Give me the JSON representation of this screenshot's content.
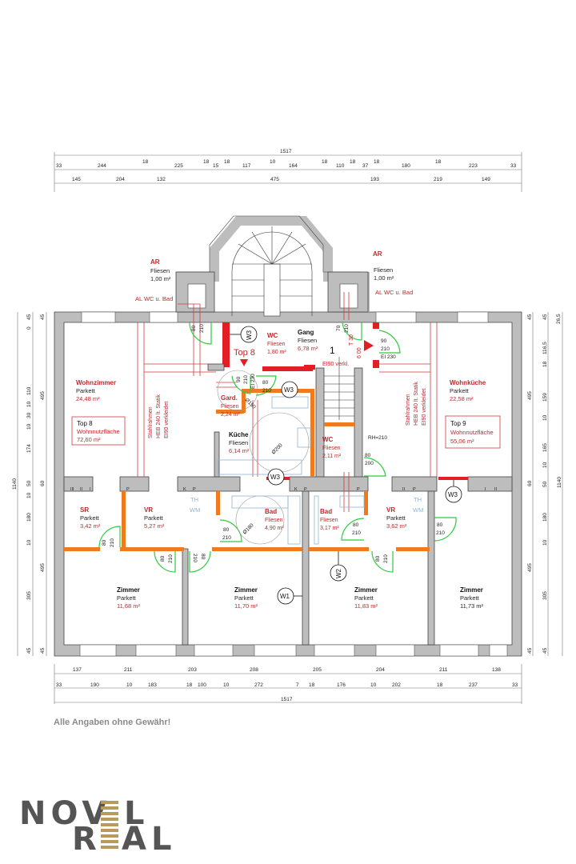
{
  "plan": {
    "top_dims": {
      "total": "1517",
      "row2": [
        "33",
        "244",
        "18",
        "225",
        "18",
        "15",
        "18",
        "117",
        "10",
        "164",
        "18",
        "110",
        "18",
        "37",
        "18",
        "180",
        "18",
        "223",
        "33"
      ],
      "row3": [
        "145",
        "204",
        "132",
        "475",
        "193",
        "219",
        "149"
      ]
    },
    "bottom_dims": {
      "row1": [
        "137",
        "211",
        "203",
        "208",
        "205",
        "204",
        "211",
        "138"
      ],
      "row2": [
        "33",
        "190",
        "10",
        "183",
        "18",
        "100",
        "10",
        "272",
        "7",
        "18",
        "176",
        "10",
        "202",
        "18",
        "237",
        "33"
      ],
      "total": "1517"
    },
    "left_dims": {
      "total": "1140",
      "col2": [
        "45",
        "0",
        "110",
        "10",
        "30",
        "10",
        "174",
        "50",
        "10",
        "180",
        "10",
        "305",
        "45"
      ],
      "col3": [
        "45",
        "495",
        "60",
        "495",
        "45"
      ]
    },
    "right_dims": {
      "col1": [
        "45",
        "495",
        "60",
        "495",
        "45"
      ],
      "col2": [
        "45",
        "116,5",
        "18",
        "159",
        "10",
        "165",
        "10",
        "50",
        "180",
        "10",
        "305",
        "45"
      ],
      "col3": [
        "26,5",
        "1140"
      ]
    },
    "rooms": {
      "ar_left": {
        "name": "AR",
        "floor": "Fliesen",
        "area": "1,00 m²"
      },
      "ar_right": {
        "name": "AR",
        "floor": "Fliesen",
        "area": "1,00 m²"
      },
      "wohnzimmer": {
        "name": "Wohnzimmer",
        "floor": "Parkett",
        "area": "24,48 m²"
      },
      "wc_top": {
        "name": "WC",
        "floor": "Fliesen",
        "area": "1,80 m²"
      },
      "gang": {
        "name": "Gang",
        "floor": "Fliesen",
        "area": "6,78 m²"
      },
      "gard": {
        "name": "Gard.",
        "floor": "Fliesen",
        "area": "2,24 m²"
      },
      "kueche": {
        "name": "Küche",
        "floor": "Fliesen",
        "area": "6,14 m²"
      },
      "wc_right": {
        "name": "WC",
        "floor": "Fliesen",
        "area": "2,11 m²"
      },
      "wohnkueche": {
        "name": "Wohnküche",
        "floor": "Parkett",
        "area": "22,58 m²"
      },
      "sr": {
        "name": "SR",
        "floor": "Parkett",
        "area": "3,42 m²"
      },
      "vr_left": {
        "name": "VR",
        "floor": "Parkett",
        "area": "5,27 m²"
      },
      "bad_left": {
        "name": "Bad",
        "floor": "Fliesen",
        "area": "4,90 m²"
      },
      "bad_right": {
        "name": "Bad",
        "floor": "Fliesen",
        "area": "3,17 m²"
      },
      "vr_right": {
        "name": "VR",
        "floor": "Parkett",
        "area": "3,62 m²"
      },
      "zimmer1": {
        "name": "Zimmer",
        "floor": "Parkett",
        "area": "11,68 m²"
      },
      "zimmer2": {
        "name": "Zimmer",
        "floor": "Parkett",
        "area": "11,70 m²"
      },
      "zimmer3": {
        "name": "Zimmer",
        "floor": "Parkett",
        "area": "11,83 m²"
      },
      "zimmer4": {
        "name": "Zimmer",
        "floor": "Parkett",
        "area": "11,73 m²"
      }
    },
    "units": {
      "top8": {
        "label": "Top 8",
        "caption": "Wohnnutzfläche",
        "area": "72,60 m²",
        "marker": "Top 8"
      },
      "top9": {
        "label": "Top 9",
        "caption": "Wohnnutzfläche",
        "area": "55,06 m²"
      }
    },
    "annotations": {
      "al_wc_bad": "AL WC u. Bad",
      "frame_line1": "Stahlrahmen",
      "frame_line2": "HEB 240 lt. Statik",
      "frame_line3": "EI90 verkleidet",
      "ei90": "EI90 verkl.",
      "rh": "RH=210",
      "stair_number": "1",
      "t30": "T 30",
      "entry_label": "6 00",
      "th": "TH",
      "wm": "WM",
      "d150": "Ø150",
      "d200": "Ø200",
      "d180": "Ø180"
    },
    "walls": {
      "w1": "W1",
      "w2": "W2",
      "w3": "W3"
    },
    "doors": {
      "w80": "80",
      "w90": "90",
      "w70": "70",
      "h210": "210",
      "h200": "200",
      "ei230": "EI 230"
    },
    "shafts": {
      "k": "K",
      "p": "P",
      "i": "I",
      "ii": "II",
      "iii": "III"
    }
  },
  "footer": {
    "disclaimer": "Alle Angaben ohne Gewähr!"
  },
  "logo": {
    "nov": "NOV",
    "l": "L",
    "r": "R",
    "al": "AL",
    "gold": "#b99a5b",
    "gray": "#555555"
  }
}
